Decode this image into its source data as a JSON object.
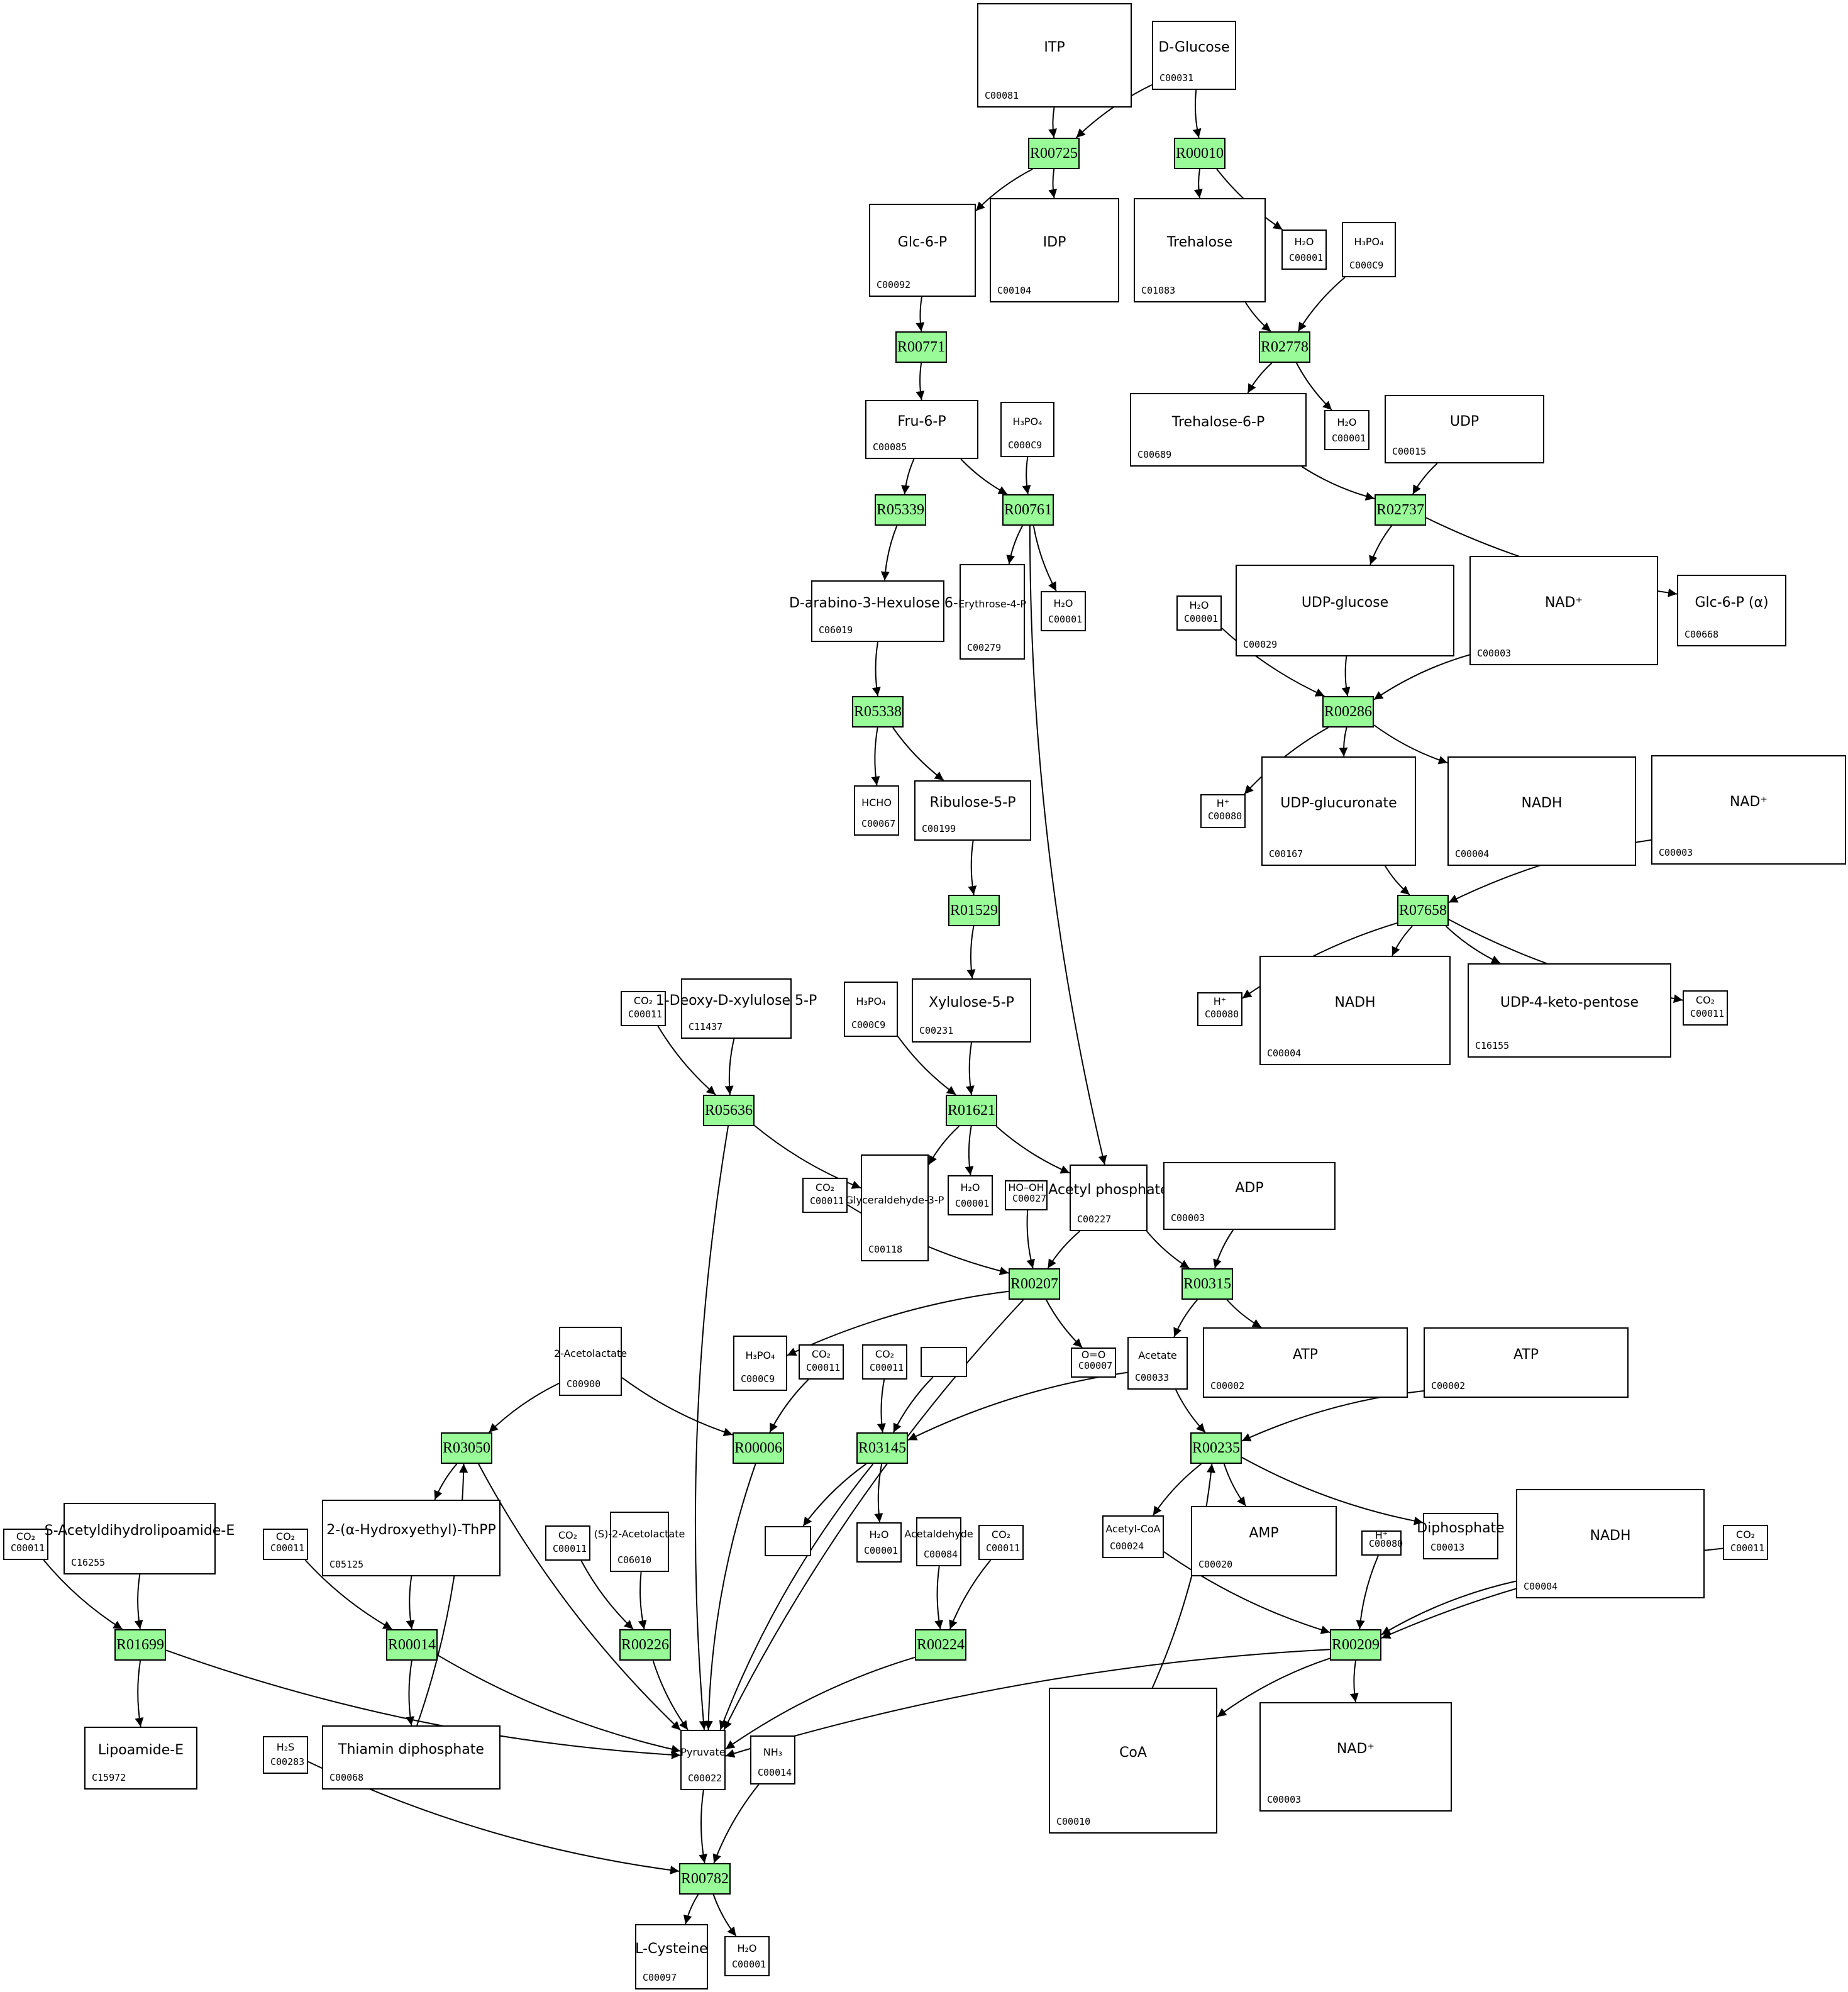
{
  "diagram": {
    "type": "metabolic-pathway-graph",
    "reaction_color": "#98fb98",
    "reactions": [
      "R00725",
      "R00010",
      "R00771",
      "R02778",
      "R05339",
      "R00761",
      "R02737",
      "R05338",
      "R00286",
      "R01529",
      "R07658",
      "R05636",
      "R01621",
      "R00207",
      "R00315",
      "R03050",
      "R00006",
      "R03145",
      "R00235",
      "R01699",
      "R00014",
      "R00226",
      "R00224",
      "R00209",
      "R00782"
    ],
    "compounds": [
      {
        "key": "c_C00081",
        "id": "C00081",
        "formula": "ITP"
      },
      {
        "key": "c_C00031",
        "id": "C00031",
        "formula": "D-Glucose"
      },
      {
        "key": "c_C00092",
        "id": "C00092",
        "formula": "Glc-6-P"
      },
      {
        "key": "c_C00104",
        "id": "C00104",
        "formula": "IDP"
      },
      {
        "key": "c_C01083",
        "id": "C01083",
        "formula": "Trehalose"
      },
      {
        "key": "c_C00001_a",
        "id": "C00001",
        "formula": "H₂O"
      },
      {
        "key": "c_C00009_a",
        "id": "C000C9",
        "formula": "H₃PO₄"
      },
      {
        "key": "c_C00085",
        "id": "C00085",
        "formula": "Fru-6-P"
      },
      {
        "key": "c_C00009_b",
        "id": "C000C9",
        "formula": "H₃PO₄"
      },
      {
        "key": "c_C00689",
        "id": "C00689",
        "formula": "Trehalose-6-P"
      },
      {
        "key": "c_C00001_b",
        "id": "C00001",
        "formula": "H₂O"
      },
      {
        "key": "c_C00015",
        "id": "C00015",
        "formula": "UDP"
      },
      {
        "key": "c_C06019",
        "id": "C06019",
        "formula": "D-arabino-3-Hexulose 6-P"
      },
      {
        "key": "c_C00279",
        "id": "C00279",
        "formula": "Erythrose-4-P"
      },
      {
        "key": "c_C00001_c",
        "id": "C00001",
        "formula": "H₂O"
      },
      {
        "key": "c_C00001_d",
        "id": "C00001",
        "formula": "H₂O"
      },
      {
        "key": "c_C00029",
        "id": "C00029",
        "formula": "UDP-glucose"
      },
      {
        "key": "c_C00003_a",
        "id": "C00003",
        "formula": "NAD⁺"
      },
      {
        "key": "c_C00668",
        "id": "C00668",
        "formula": "Glc-6-P (α)"
      },
      {
        "key": "c_C00067",
        "id": "C00067",
        "formula": "HCHO"
      },
      {
        "key": "c_C00199",
        "id": "C00199",
        "formula": "Ribulose-5-P"
      },
      {
        "key": "c_C00080_a",
        "id": "C00080",
        "formula": "H⁺"
      },
      {
        "key": "c_C00167",
        "id": "C00167",
        "formula": "UDP-glucuronate"
      },
      {
        "key": "c_C00004_a",
        "id": "C00004",
        "formula": "NADH"
      },
      {
        "key": "c_C00003_b",
        "id": "C00003",
        "formula": "NAD⁺"
      },
      {
        "key": "c_C00080_b",
        "id": "C00080",
        "formula": "H⁺"
      },
      {
        "key": "c_C00004_b",
        "id": "C00004",
        "formula": "NADH"
      },
      {
        "key": "c_C16155",
        "id": "C16155",
        "formula": "UDP-4-keto-pentose"
      },
      {
        "key": "c_C00011_a",
        "id": "C00011",
        "formula": "CO₂"
      },
      {
        "key": "c_C00011_b",
        "id": "C00011",
        "formula": "CO₂"
      },
      {
        "key": "c_C11437",
        "id": "C11437",
        "formula": "1-Deoxy-D-xylulose 5-P"
      },
      {
        "key": "c_C00009_c",
        "id": "C000C9",
        "formula": "H₃PO₄"
      },
      {
        "key": "c_C00231",
        "id": "C00231",
        "formula": "Xylulose-5-P"
      },
      {
        "key": "c_C00011_c",
        "id": "C00011",
        "formula": "CO₂"
      },
      {
        "key": "c_C00118",
        "id": "C00118",
        "formula": "Glyceraldehyde-3-P"
      },
      {
        "key": "c_C00001_e",
        "id": "C00001",
        "formula": "H₂O"
      },
      {
        "key": "c_C00027",
        "id": "C00027",
        "formula": "HO–OH"
      },
      {
        "key": "c_C00227",
        "id": "C00227",
        "formula": "Acetyl phosphate"
      },
      {
        "key": "c_C00008",
        "id": "C00003",
        "formula": "ADP"
      },
      {
        "key": "c_C00900",
        "id": "C00900",
        "formula": "2-Acetolactate"
      },
      {
        "key": "c_C00009_d",
        "id": "C000C9",
        "formula": "H₃PO₄"
      },
      {
        "key": "c_C00011_d",
        "id": "C00011",
        "formula": "CO₂"
      },
      {
        "key": "c_C00011_e",
        "id": "C00011",
        "formula": "CO₂"
      },
      {
        "key": "c_blank_a",
        "id": "",
        "formula": ""
      },
      {
        "key": "c_C00007",
        "id": "C00007",
        "formula": "O=O"
      },
      {
        "key": "c_C00033",
        "id": "C00033",
        "formula": "Acetate"
      },
      {
        "key": "c_C00002_a",
        "id": "C00002",
        "formula": "ATP"
      },
      {
        "key": "c_C00002_b",
        "id": "C00002",
        "formula": "ATP"
      },
      {
        "key": "c_C00011_f",
        "id": "C00011",
        "formula": "CO₂"
      },
      {
        "key": "c_C16255",
        "id": "C16255",
        "formula": "S-Acetyldihydrolipoamide-E"
      },
      {
        "key": "c_C00011_g",
        "id": "C00011",
        "formula": "CO₂"
      },
      {
        "key": "c_C05125",
        "id": "C05125",
        "formula": "2-(α-Hydroxyethyl)-ThPP"
      },
      {
        "key": "c_C00011_h",
        "id": "C00011",
        "formula": "CO₂"
      },
      {
        "key": "c_C06010",
        "id": "C06010",
        "formula": "(S)-2-Acetolactate"
      },
      {
        "key": "c_blank_b",
        "id": "",
        "formula": ""
      },
      {
        "key": "c_C00001_f",
        "id": "C00001",
        "formula": "H₂O"
      },
      {
        "key": "c_C00084",
        "id": "C00084",
        "formula": "Acetaldehyde"
      },
      {
        "key": "c_C00011_i",
        "id": "C00011",
        "formula": "CO₂"
      },
      {
        "key": "c_C00024",
        "id": "C00024",
        "formula": "Acetyl-CoA"
      },
      {
        "key": "c_C00020",
        "id": "C00020",
        "formula": "AMP"
      },
      {
        "key": "c_C00080_c",
        "id": "C00080",
        "formula": "H⁺"
      },
      {
        "key": "c_C00013",
        "id": "C00013",
        "formula": "Diphosphate"
      },
      {
        "key": "c_C00004_c",
        "id": "C00004",
        "formula": "NADH"
      },
      {
        "key": "c_C00011_j",
        "id": "C00011",
        "formula": "CO₂"
      },
      {
        "key": "c_C15972",
        "id": "C15972",
        "formula": "Lipoamide-E"
      },
      {
        "key": "c_C00283",
        "id": "C00283",
        "formula": "H₂S"
      },
      {
        "key": "c_C00068",
        "id": "C00068",
        "formula": "Thiamin diphosphate"
      },
      {
        "key": "c_C00022",
        "id": "C00022",
        "formula": "Pyruvate"
      },
      {
        "key": "c_C00014",
        "id": "C00014",
        "formula": "NH₃"
      },
      {
        "key": "c_C00010",
        "id": "C00010",
        "formula": "CoA"
      },
      {
        "key": "c_C00003_c",
        "id": "C00003",
        "formula": "NAD⁺"
      },
      {
        "key": "c_C00097",
        "id": "C00097",
        "formula": "L-Cysteine"
      },
      {
        "key": "c_C00001_g",
        "id": "C00001",
        "formula": "H₂O"
      }
    ],
    "edges": [
      [
        "c_C00081",
        "R00725"
      ],
      [
        "c_C00031",
        "R00725"
      ],
      [
        "c_C00031",
        "R00010"
      ],
      [
        "R00725",
        "c_C00092"
      ],
      [
        "R00725",
        "c_C00104"
      ],
      [
        "R00010",
        "c_C01083"
      ],
      [
        "R00010",
        "c_C00001_a"
      ],
      [
        "c_C00092",
        "R00771"
      ],
      [
        "c_C01083",
        "R02778"
      ],
      [
        "c_C00009_a",
        "R02778"
      ],
      [
        "R00771",
        "c_C00085"
      ],
      [
        "R02778",
        "c_C00689"
      ],
      [
        "R02778",
        "c_C00001_b"
      ],
      [
        "c_C00085",
        "R05339"
      ],
      [
        "c_C00085",
        "R00761"
      ],
      [
        "c_C00009_b",
        "R00761"
      ],
      [
        "c_C00689",
        "R02737"
      ],
      [
        "c_C00015",
        "R02737"
      ],
      [
        "R05339",
        "c_C06019"
      ],
      [
        "R00761",
        "c_C00279"
      ],
      [
        "R00761",
        "c_C00001_c"
      ],
      [
        "R00761",
        "c_C00227"
      ],
      [
        "R02737",
        "c_C00029"
      ],
      [
        "R02737",
        "c_C00668"
      ],
      [
        "c_C06019",
        "R05338"
      ],
      [
        "R05338",
        "c_C00067"
      ],
      [
        "R05338",
        "c_C00199"
      ],
      [
        "c_C00001_d",
        "R00286"
      ],
      [
        "c_C00029",
        "R00286"
      ],
      [
        "c_C00003_a",
        "R00286"
      ],
      [
        "R00286",
        "c_C00080_a"
      ],
      [
        "R00286",
        "c_C00167"
      ],
      [
        "R00286",
        "c_C00004_a"
      ],
      [
        "c_C00199",
        "R01529"
      ],
      [
        "R01529",
        "c_C00231"
      ],
      [
        "c_C00167",
        "R07658"
      ],
      [
        "c_C00003_b",
        "R07658"
      ],
      [
        "R07658",
        "c_C00080_b"
      ],
      [
        "R07658",
        "c_C00004_b"
      ],
      [
        "R07658",
        "c_C16155"
      ],
      [
        "R07658",
        "c_C00011_a"
      ],
      [
        "c_C00011_b",
        "R05636"
      ],
      [
        "c_C11437",
        "R05636"
      ],
      [
        "c_C00009_c",
        "R01621"
      ],
      [
        "c_C00231",
        "R01621"
      ],
      [
        "R05636",
        "c_C00118"
      ],
      [
        "R05636",
        "c_C00022"
      ],
      [
        "R01621",
        "c_C00118"
      ],
      [
        "R01621",
        "c_C00001_e"
      ],
      [
        "R01621",
        "c_C00227"
      ],
      [
        "c_C00011_c",
        "R00207"
      ],
      [
        "c_C00027",
        "R00207"
      ],
      [
        "c_C00227",
        "R00207"
      ],
      [
        "c_C00227",
        "R00315"
      ],
      [
        "c_C00008",
        "R00315"
      ],
      [
        "R00207",
        "c_C00009_d"
      ],
      [
        "R00207",
        "c_C00007"
      ],
      [
        "R00207",
        "c_C00022"
      ],
      [
        "R00315",
        "c_C00033"
      ],
      [
        "R00315",
        "c_C00002_a"
      ],
      [
        "c_C00900",
        "R03050"
      ],
      [
        "c_C00900",
        "R00006"
      ],
      [
        "c_C00011_d",
        "R00006"
      ],
      [
        "c_C00011_e",
        "R03145"
      ],
      [
        "c_blank_a",
        "R03145"
      ],
      [
        "c_C00033",
        "R03145"
      ],
      [
        "c_C00033",
        "R00235"
      ],
      [
        "c_C00002_b",
        "R00235"
      ],
      [
        "R03050",
        "c_C05125"
      ],
      [
        "R03050",
        "c_C00022"
      ],
      [
        "R00006",
        "c_C00022"
      ],
      [
        "R03145",
        "c_blank_b"
      ],
      [
        "R03145",
        "c_C00001_f"
      ],
      [
        "R03145",
        "c_C00022"
      ],
      [
        "R00235",
        "c_C00024"
      ],
      [
        "R00235",
        "c_C00020"
      ],
      [
        "R00235",
        "c_C00013"
      ],
      [
        "c_C00011_f",
        "R01699"
      ],
      [
        "c_C16255",
        "R01699"
      ],
      [
        "c_C00011_g",
        "R00014"
      ],
      [
        "c_C05125",
        "R00014"
      ],
      [
        "c_C00011_h",
        "R00226"
      ],
      [
        "c_C06010",
        "R00226"
      ],
      [
        "c_C00084",
        "R00224"
      ],
      [
        "c_C00011_i",
        "R00224"
      ],
      [
        "c_C00024",
        "R00209"
      ],
      [
        "c_C00080_c",
        "R00209"
      ],
      [
        "c_C00004_c",
        "R00209"
      ],
      [
        "c_C00011_j",
        "R00209"
      ],
      [
        "R01699",
        "c_C15972"
      ],
      [
        "R01699",
        "c_C00022"
      ],
      [
        "R00014",
        "c_C00068"
      ],
      [
        "R00014",
        "c_C00022"
      ],
      [
        "R00226",
        "c_C00022"
      ],
      [
        "R00224",
        "c_C00022"
      ],
      [
        "R00209",
        "c_C00022"
      ],
      [
        "R00209",
        "c_C00010"
      ],
      [
        "R00209",
        "c_C00003_c"
      ],
      [
        "c_C00068",
        "R03050"
      ],
      [
        "c_C00010",
        "R00235"
      ],
      [
        "c_C00022",
        "R00782"
      ],
      [
        "c_C00014",
        "R00782"
      ],
      [
        "c_C00283",
        "R00782"
      ],
      [
        "R00782",
        "c_C00097"
      ],
      [
        "R00782",
        "c_C00001_g"
      ]
    ]
  }
}
